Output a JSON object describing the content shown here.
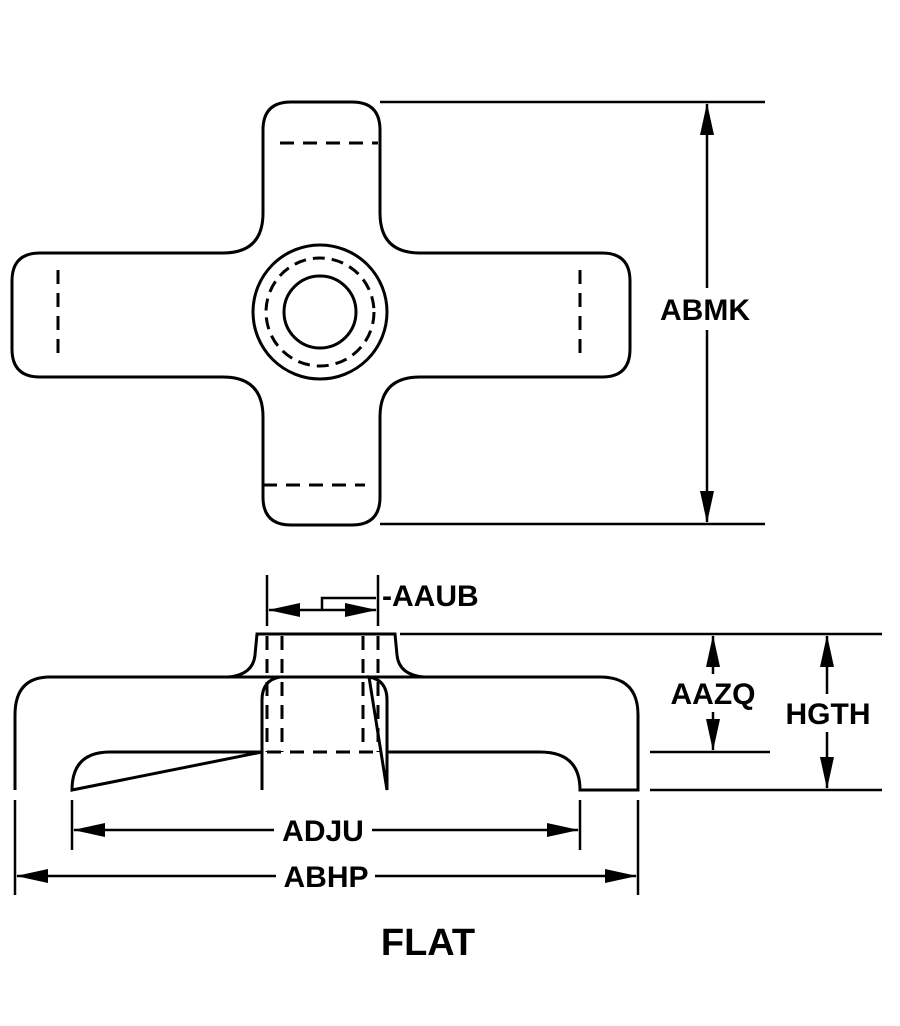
{
  "dimensions": {
    "abmk": "ABMK",
    "aaub": "-AAUB",
    "aazq": "AAZQ",
    "hgth": "HGTH",
    "adju": "ADJU",
    "abhp": "ABHP"
  },
  "caption": "FLAT"
}
